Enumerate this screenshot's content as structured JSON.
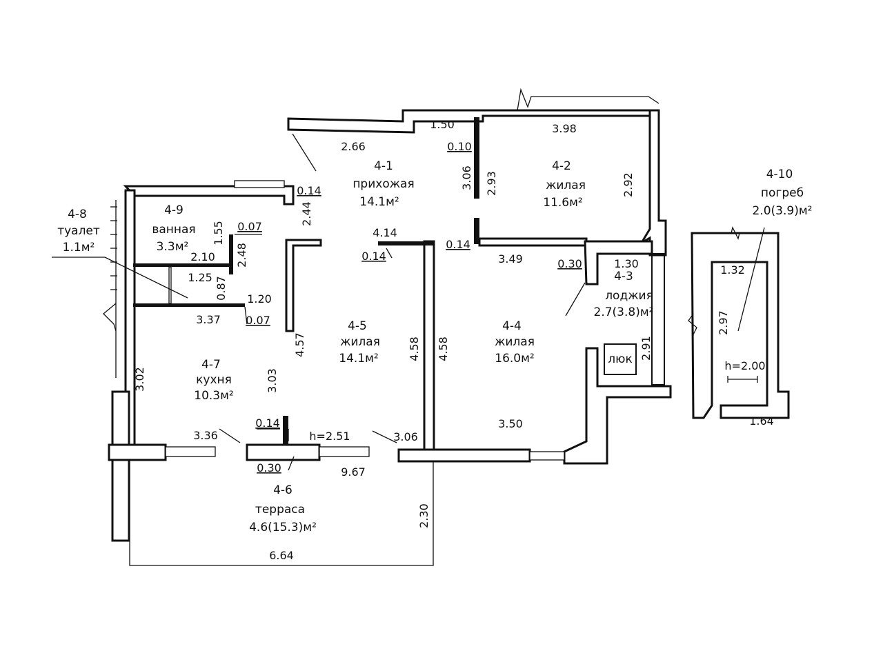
{
  "rooms": {
    "r41": {
      "id": "4-1",
      "name": "прихожая",
      "area": "14.1м²"
    },
    "r42": {
      "id": "4-2",
      "name": "жилая",
      "area": "11.6м²"
    },
    "r43": {
      "id": "4-3",
      "name": "лоджия",
      "area": "2.7(3.8)м²"
    },
    "r44": {
      "id": "4-4",
      "name": "жилая",
      "area": "16.0м²"
    },
    "r45": {
      "id": "4-5",
      "name": "жилая",
      "area": "14.1м²"
    },
    "r46": {
      "id": "4-6",
      "name": "терраса",
      "area": "4.6(15.3)м²"
    },
    "r47": {
      "id": "4-7",
      "name": "кухня",
      "area": "10.3м²"
    },
    "r48": {
      "id": "4-8",
      "name": "туалет",
      "area": "1.1м²"
    },
    "r49": {
      "id": "4-9",
      "name": "ванная",
      "area": "3.3м²"
    },
    "r410": {
      "id": "4-10",
      "name": "погреб",
      "area": "2.0(3.9)м²"
    }
  },
  "labels": {
    "hatch": "люк",
    "ceiling_main": "h=2.51",
    "ceiling_cellar": "h=2.00"
  },
  "dims": {
    "d150": "1.50",
    "d398": "3.98",
    "d266": "2.66",
    "d010": "0.10",
    "d306a": "3.06",
    "d293": "2.93",
    "d292": "2.92",
    "d014a": "0.14",
    "d244": "2.44",
    "d414": "4.14",
    "d014b": "0.14",
    "d014c": "0.14",
    "d349": "3.49",
    "d030a": "0.30",
    "d130": "1.30",
    "d155": "1.55",
    "d007a": "0.07",
    "d248": "2.48",
    "d210": "2.10",
    "d125": "1.25",
    "d087": "0.87",
    "d120": "1.20",
    "d337": "3.37",
    "d007b": "0.07",
    "d457": "4.57",
    "d458a": "4.58",
    "d458b": "4.58",
    "d291": "2.91",
    "d302": "3.02",
    "d303": "3.03",
    "d014d": "0.14",
    "d336": "3.36",
    "d306b": "3.06",
    "d350": "3.50",
    "d030b": "0.30",
    "d967": "9.67",
    "d230": "2.30",
    "d664": "6.64",
    "d132": "1.32",
    "d297": "2.97",
    "d164": "1.64"
  }
}
